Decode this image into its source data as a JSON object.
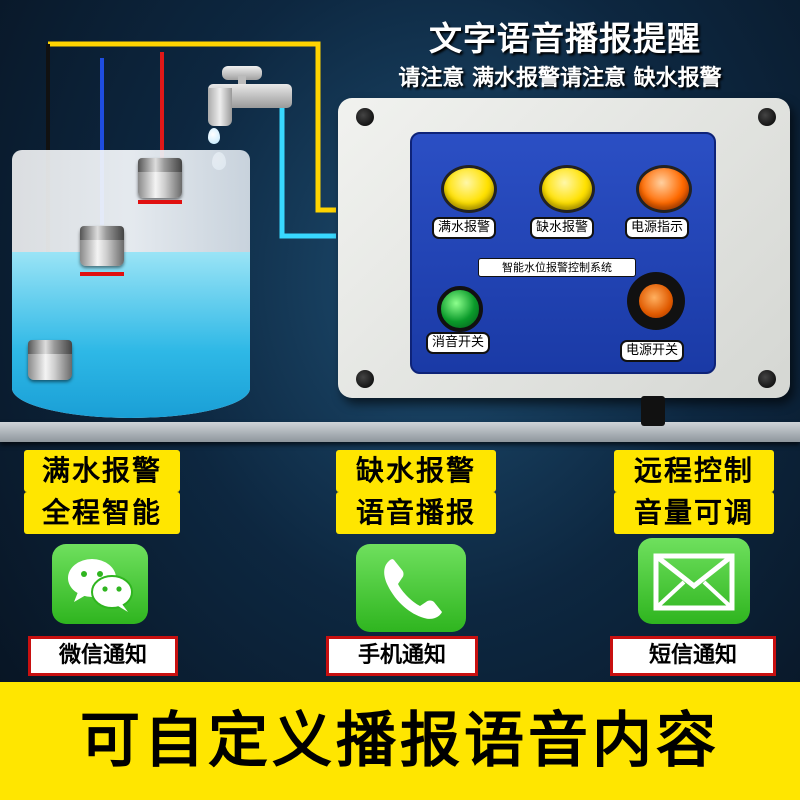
{
  "header": {
    "title": "文字语音播报提醒",
    "subtitle": "请注意 满水报警请注意 缺水报警"
  },
  "panel": {
    "lamp_labels": [
      "满水报警",
      "缺水报警",
      "电源指示"
    ],
    "system_name": "智能水位报警控制系统",
    "mute_label": "消音开关",
    "power_label": "电源开关"
  },
  "features": [
    {
      "line1": "满水报警",
      "line2": "全程智能"
    },
    {
      "line1": "缺水报警",
      "line2": "语音播报"
    },
    {
      "line1": "远程控制",
      "line2": "音量可调"
    }
  ],
  "notifications": [
    "微信通知",
    "手机通知",
    "短信通知"
  ],
  "icons": [
    "wechat-icon",
    "phone-icon",
    "envelope-icon"
  ],
  "banner": "可自定义播报语音内容",
  "colors": {
    "accent_yellow": "#ffe600",
    "panel_blue": "#2b4fc4",
    "tag_border_red": "#c81010",
    "icon_green": "#3cc22a"
  }
}
